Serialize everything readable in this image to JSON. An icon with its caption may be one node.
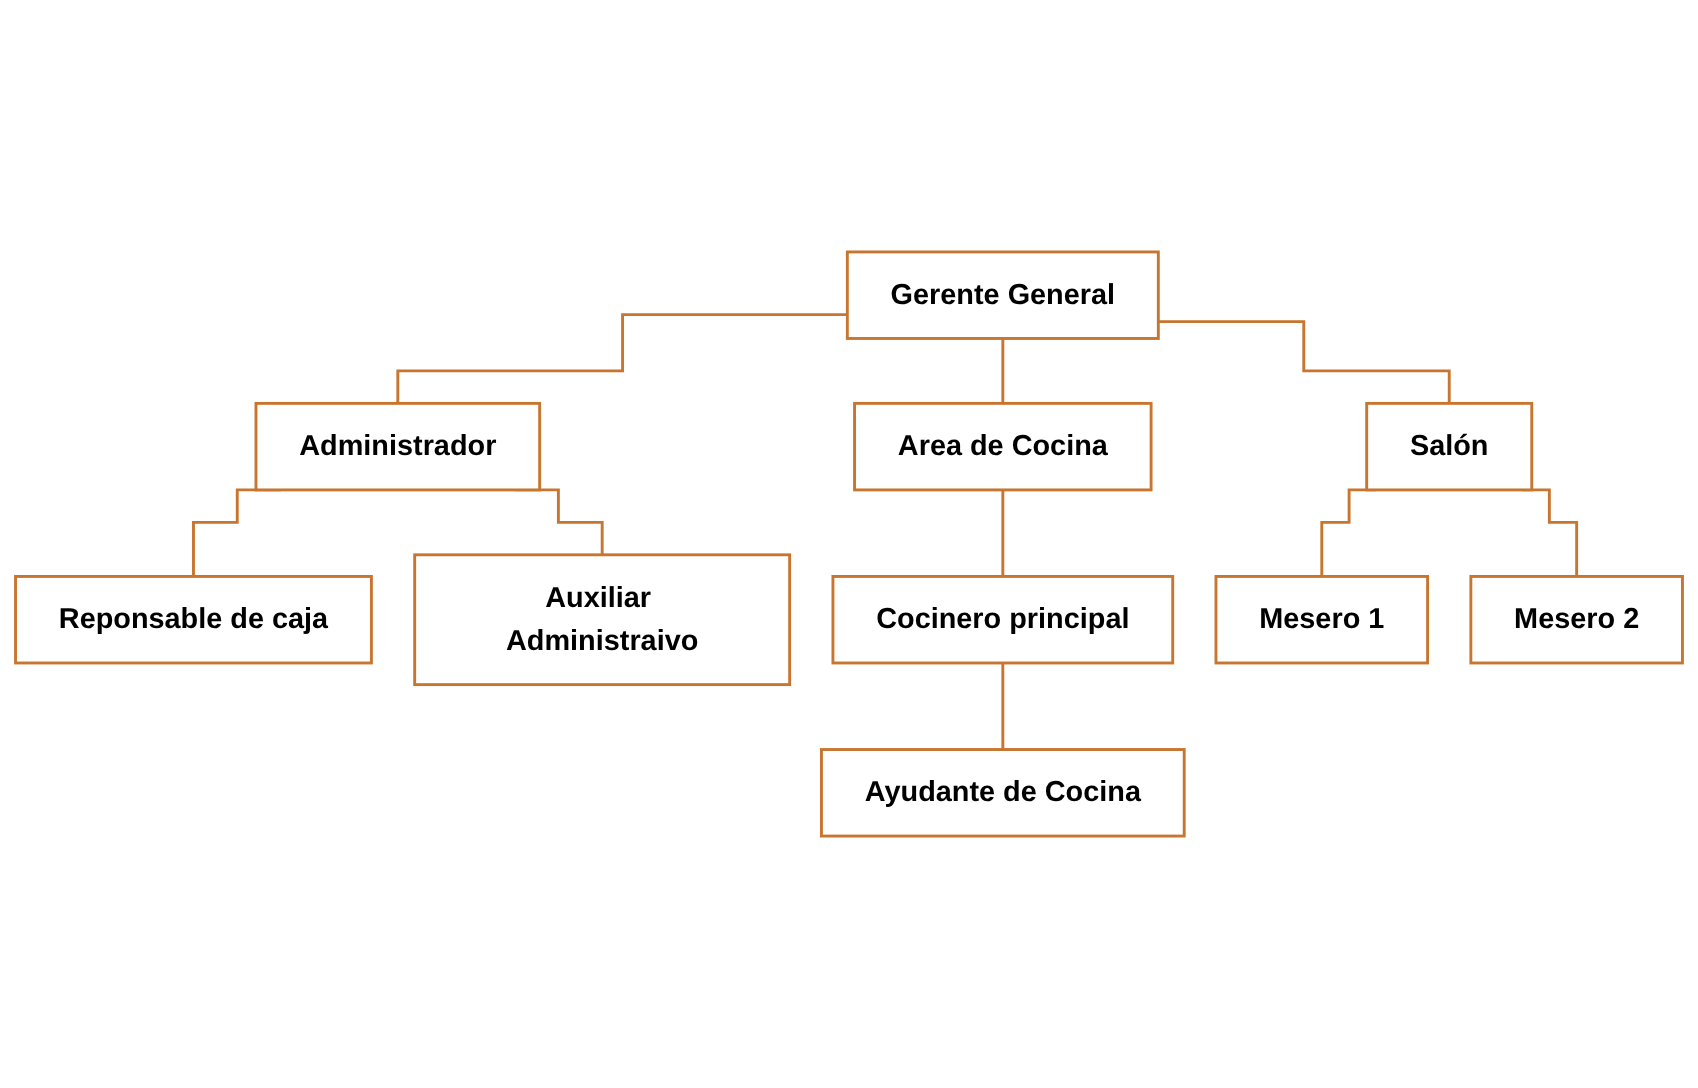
{
  "diagram": {
    "nodes": [
      {
        "text": [
          "Gerente General"
        ]
      },
      {
        "text": [
          "Administrador"
        ]
      },
      {
        "text": [
          "Area de Cocina"
        ]
      },
      {
        "text": [
          "Salón"
        ]
      },
      {
        "text": [
          "Reponsable de caja"
        ]
      },
      {
        "text": [
          "Auxiliar Administraivo"
        ]
      },
      {
        "text": [
          "Cocinero principal"
        ]
      },
      {
        "text": [
          "Ayudante de Cocina"
        ]
      },
      {
        "text": [
          "Mesero 1"
        ]
      },
      {
        "text": [
          "Mesero 2"
        ]
      }
    ],
    "edges": [
      {
        "from": 0,
        "to": 1,
        "arrow": "none"
      },
      {
        "from": 0,
        "to": 2,
        "arrow": "none"
      },
      {
        "from": 0,
        "to": 3,
        "arrow": "none"
      },
      {
        "from": 1,
        "to": 4,
        "arrow": "none"
      },
      {
        "from": 1,
        "to": 5,
        "arrow": "none"
      },
      {
        "from": 2,
        "to": 6,
        "arrow": "none"
      },
      {
        "from": 6,
        "to": 7,
        "arrow": "none"
      },
      {
        "from": 3,
        "to": 8,
        "arrow": "none"
      },
      {
        "from": 3,
        "to": 9,
        "arrow": "none"
      }
    ]
  }
}
